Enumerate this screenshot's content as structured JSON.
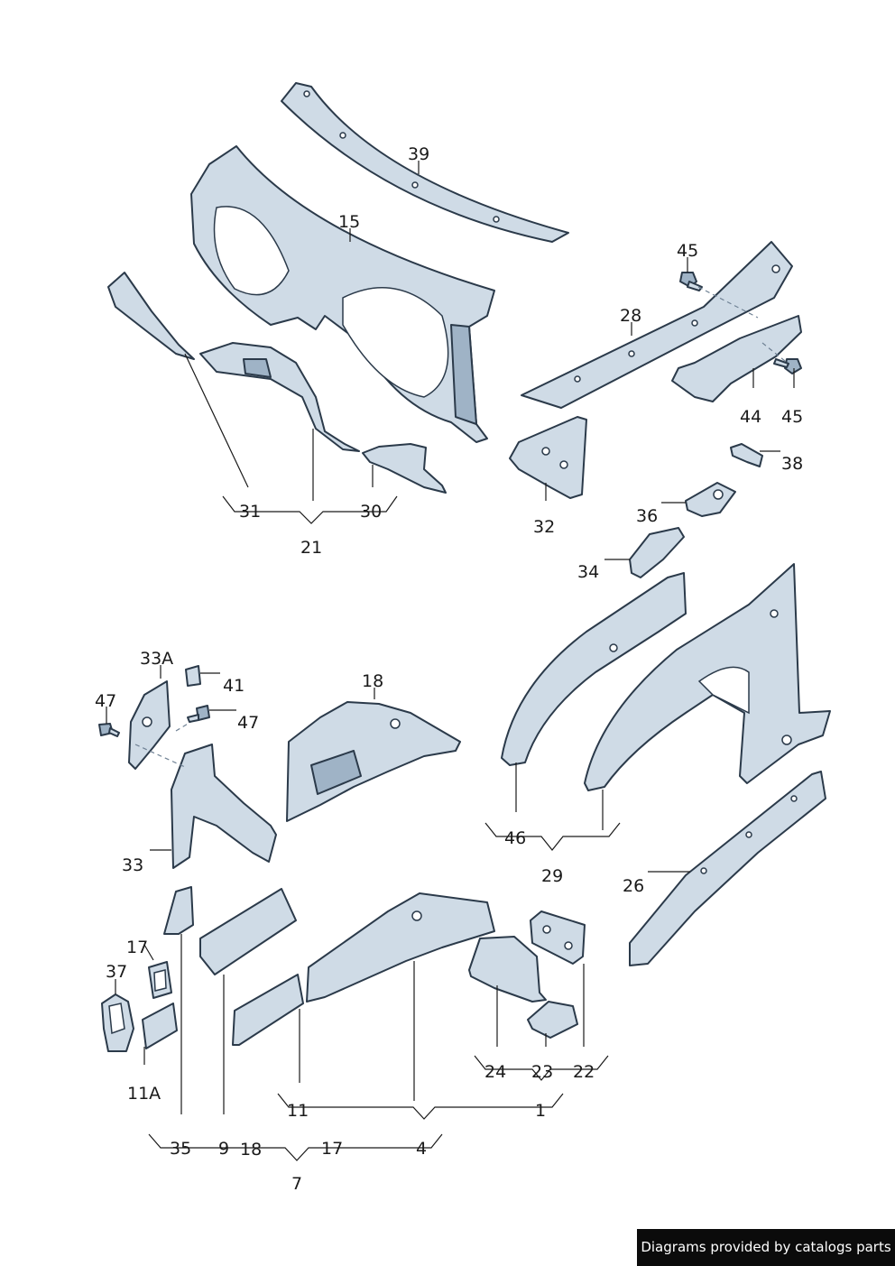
{
  "labels": {
    "p39": "39",
    "p15": "15",
    "p45a": "45",
    "p28": "28",
    "p44": "44",
    "p45b": "45",
    "p38": "38",
    "p31": "31",
    "p30": "30",
    "p21": "21",
    "p32": "32",
    "p36": "36",
    "p34": "34",
    "p33A": "33A",
    "p41": "41",
    "p47a": "47",
    "p47b": "47",
    "p18a": "18",
    "p33": "33",
    "p46": "46",
    "p29": "29",
    "p26": "26",
    "p17a": "17",
    "p37": "37",
    "p11A": "11A",
    "p24": "24",
    "p23": "23",
    "p22": "22",
    "p11": "11",
    "p1": "1",
    "p35": "35",
    "p9": "9",
    "p18b": "18",
    "p17b": "17",
    "p4": "4",
    "p7": "7"
  },
  "footer": {
    "text": "Diagrams provided by catalogs parts"
  }
}
